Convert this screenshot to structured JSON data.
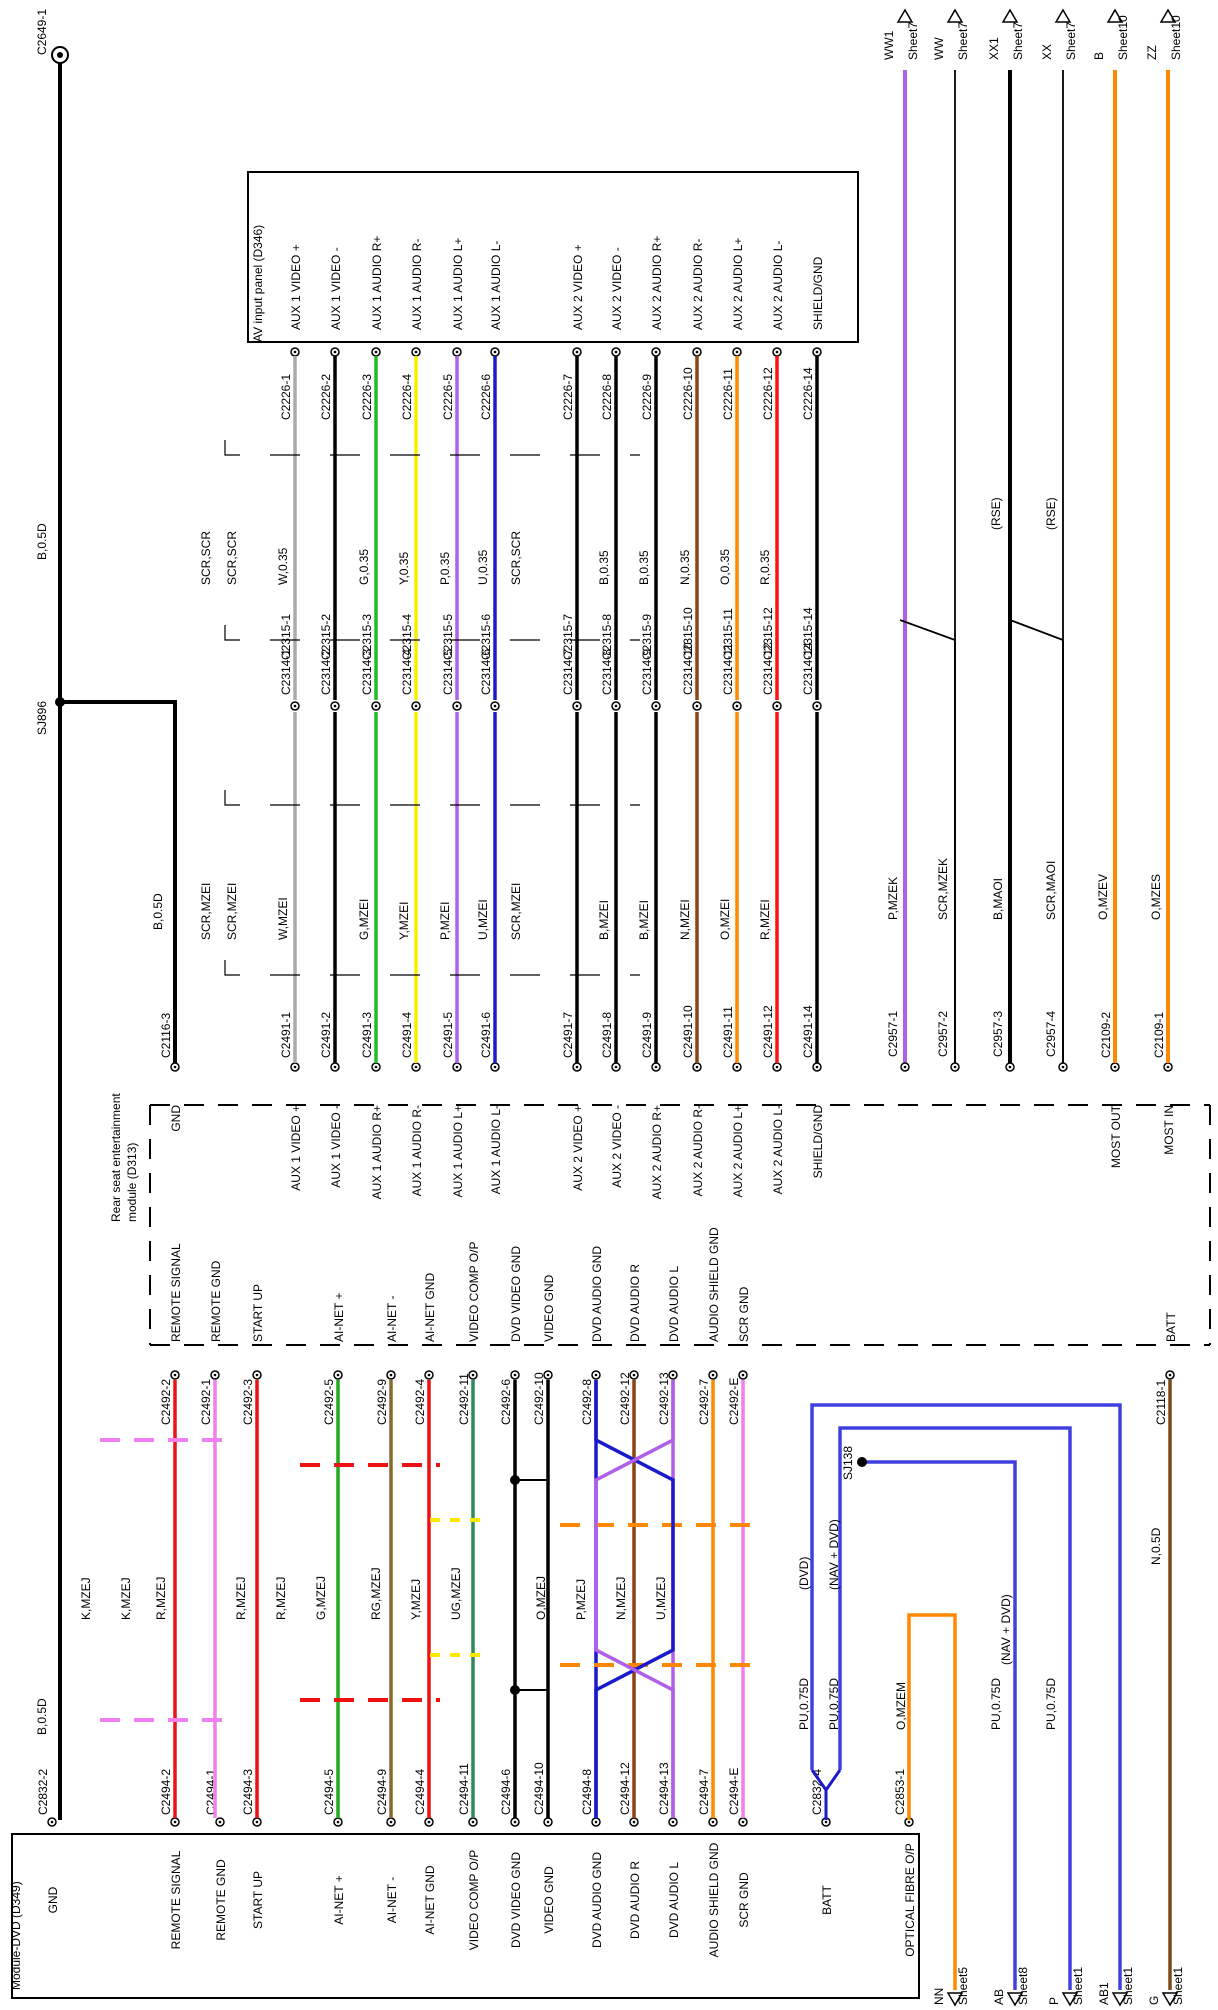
{
  "modules": {
    "dvd": {
      "title": "Module-DVD (D349)",
      "pins": [
        "GND",
        "REMOTE SIGNAL",
        "REMOTE GND",
        "START UP",
        "AI-NET +",
        "AI-NET -",
        "AI-NET GND",
        "VIDEO COMP O/P",
        "DVD VIDEO GND",
        "VIDEO GND",
        "DVD AUDIO GND",
        "DVD AUDIO R",
        "DVD AUDIO L",
        "AUDIO SHIELD GND",
        "SCR GND",
        "BATT",
        "OPTICAL FIBRE O/P"
      ],
      "connectors": [
        "C2832-2",
        "C2494-2",
        "C2494-1",
        "C2494-3",
        "C2494-5",
        "C2494-9",
        "C2494-4",
        "C2494-11",
        "C2494-6",
        "C2494-10",
        "C2494-8",
        "C2494-12",
        "C2494-13",
        "C2494-7",
        "C2494-E",
        "C2832-4",
        "C2853-1"
      ]
    },
    "rse": {
      "title_line1": "Rear seat entertainment",
      "title_line2": "module (D313)",
      "left_pins": [
        "REMOTE SIGNAL",
        "REMOTE GND",
        "START UP",
        "AI-NET +",
        "AI-NET -",
        "AI-NET GND",
        "VIDEO COMP O/P",
        "DVD VIDEO GND",
        "VIDEO GND",
        "DVD AUDIO GND",
        "DVD AUDIO R",
        "DVD AUDIO L",
        "AUDIO SHIELD GND",
        "SCR GND",
        "BATT"
      ],
      "left_connectors": [
        "C2492-2",
        "C2492-1",
        "C2492-3",
        "C2492-5",
        "C2492-9",
        "C2492-4",
        "C2492-11",
        "C2492-6",
        "C2492-10",
        "C2492-8",
        "C2492-12",
        "C2492-13",
        "C2492-7",
        "C2492-E",
        "C2118-1"
      ],
      "right_pins": [
        "GND",
        "AUX 1 VIDEO +",
        "AUX 1 VIDEO -",
        "AUX 1 AUDIO R+",
        "AUX 1 AUDIO R-",
        "AUX 1 AUDIO L+",
        "AUX 1 AUDIO L-",
        "AUX 2 VIDEO +",
        "AUX 2 VIDEO -",
        "AUX 2 AUDIO R+",
        "AUX 2 AUDIO R-",
        "AUX 2 AUDIO L+",
        "AUX 2 AUDIO L-",
        "SHIELD/GND",
        "MOST OUT",
        "MOST IN"
      ],
      "right_connectors": [
        "C2116-3",
        "C2491-1",
        "C2491-2",
        "C2491-3",
        "C2491-4",
        "C2491-5",
        "C2491-6",
        "C2491-7",
        "C2491-8",
        "C2491-9",
        "C2491-10",
        "C2491-11",
        "C2491-12",
        "C2491-14",
        "C2109-2",
        "C2109-1"
      ]
    },
    "av": {
      "title": "AV input panel (D346)",
      "pins": [
        "AUX 1 VIDEO +",
        "AUX 1 VIDEO -",
        "AUX 1 AUDIO R+",
        "AUX 1 AUDIO R-",
        "AUX 1 AUDIO L+",
        "AUX 1 AUDIO L-",
        "AUX 2 VIDEO +",
        "AUX 2 VIDEO -",
        "AUX 2 AUDIO R+",
        "AUX 2 AUDIO R-",
        "AUX 2 AUDIO L+",
        "AUX 2 AUDIO L-",
        "SHIELD/GND"
      ],
      "connectors": [
        "C2226-1",
        "C2226-2",
        "C2226-3",
        "C2226-4",
        "C2226-5",
        "C2226-6",
        "C2226-7",
        "C2226-8",
        "C2226-9",
        "C2226-10",
        "C2226-11",
        "C2226-12",
        "C2226-14"
      ]
    }
  },
  "inline": {
    "c2314": [
      "C2314-1",
      "C2314-2",
      "C2314-3",
      "C2314-4",
      "C2314-5",
      "C2314-6",
      "C2314-7",
      "C2314-8",
      "C2314-9",
      "C2314-10",
      "C2314-11",
      "C2314-12",
      "C2314-14"
    ],
    "c2315": [
      "C2315-1",
      "C2315-2",
      "C2315-3",
      "C2315-4",
      "C2315-5",
      "C2315-6",
      "C2315-7",
      "C2315-8",
      "C2315-9",
      "C2315-10",
      "C2315-11",
      "C2315-12",
      "C2315-14"
    ]
  },
  "wires_left": {
    "labels": [
      "K,MZEJ",
      "K,MZEJ",
      "R,MZEJ",
      "R,MZEJ",
      "R,MZEJ",
      "G,MZEJ",
      "RG,MZEJ",
      "Y,MZEJ",
      "UG,MZEJ",
      "O,MZEJ",
      "P,MZEJ",
      "N,MZEJ",
      "U,MZEJ"
    ],
    "colors": [
      "#f07ff0",
      "#f07ff0",
      "#ee1111",
      "#ee1111",
      "#ee1111",
      "#22aa22",
      "#8a6a2a",
      "#ffe800",
      "#ffe800",
      "#ff8800",
      "#ff8800",
      "#8b4513",
      "#1a1acc"
    ]
  },
  "wires_aux": {
    "labels_mzei": [
      "W,MZEI",
      "G,MZEI",
      "Y,MZEI",
      "P,MZEI",
      "U,MZEI",
      "B,MZEI",
      "B,MZEI",
      "N,MZEI",
      "O,MZEI",
      "R,MZEI"
    ],
    "labels_035": [
      "W,0.35",
      "G,0.35",
      "Y,0.35",
      "P,0.35",
      "U,0.35",
      "B,0.35",
      "B,0.35",
      "N,0.35",
      "O,0.35",
      "R,0.35"
    ],
    "scr_labels": [
      "SCR,MZEI",
      "SCR,MZEI",
      "SCR,MZEI",
      "SCR,SCR",
      "SCR,SCR",
      "SCR,SCR"
    ],
    "colors": [
      "#aaaaaa",
      "#000000",
      "#22bb22",
      "#f5f000",
      "#b060e8",
      "#1a1acc",
      "#000000",
      "#000000",
      "#000000",
      "#8b4513",
      "#ff8800",
      "#ff1111",
      "#000000"
    ]
  },
  "ground": {
    "top_connector": "C2649-1",
    "splice": "SJ896",
    "wire_label": "B,0.5D",
    "wire_label_rse": "B,0.5D",
    "wire_label_dvd": "B,0.5D"
  },
  "power": {
    "splice": "SJ138",
    "labels": [
      "PU,0.75D",
      "PU,0.75D",
      "PU,0.75D",
      "PU,0.75D",
      "(DVD)",
      "(NAV + DVD)",
      "(NAV + DVD)",
      "O,MZEM",
      "N,0.5D"
    ]
  },
  "right_wires": {
    "labels": [
      "P,MZEK",
      "SCR,MZEK",
      "B,MAOI",
      "SCR,MAOI",
      "O,MZEV",
      "O,MZES"
    ],
    "connectors": [
      "C2957-1",
      "C2957-2",
      "C2957-3",
      "C2957-4"
    ],
    "rse_tags": [
      "(RSE)",
      "(RSE)"
    ]
  },
  "offsheet_top": [
    {
      "id": "WW1",
      "sheet": "Sheet7",
      "color": "#b060e8"
    },
    {
      "id": "WW",
      "sheet": "Sheet7",
      "color": "#000000"
    },
    {
      "id": "XX1",
      "sheet": "Sheet7",
      "color": "#000000"
    },
    {
      "id": "XX",
      "sheet": "Sheet7",
      "color": "#000000"
    },
    {
      "id": "B",
      "sheet": "Sheet10",
      "color": "#ff8800"
    },
    {
      "id": "ZZ",
      "sheet": "Sheet10",
      "color": "#ff8800"
    }
  ],
  "offsheet_bottom": [
    {
      "id": "NN",
      "sheet": "Sheet5",
      "color": "#ff8800"
    },
    {
      "id": "AB",
      "sheet": "Sheet8",
      "color": "#3333cc"
    },
    {
      "id": "P",
      "sheet": "Sheet1",
      "color": "#3333cc"
    },
    {
      "id": "AB1",
      "sheet": "Sheet1",
      "color": "#3333cc"
    },
    {
      "id": "G",
      "sheet": "Sheet1",
      "color": "#7a4a1a"
    }
  ]
}
